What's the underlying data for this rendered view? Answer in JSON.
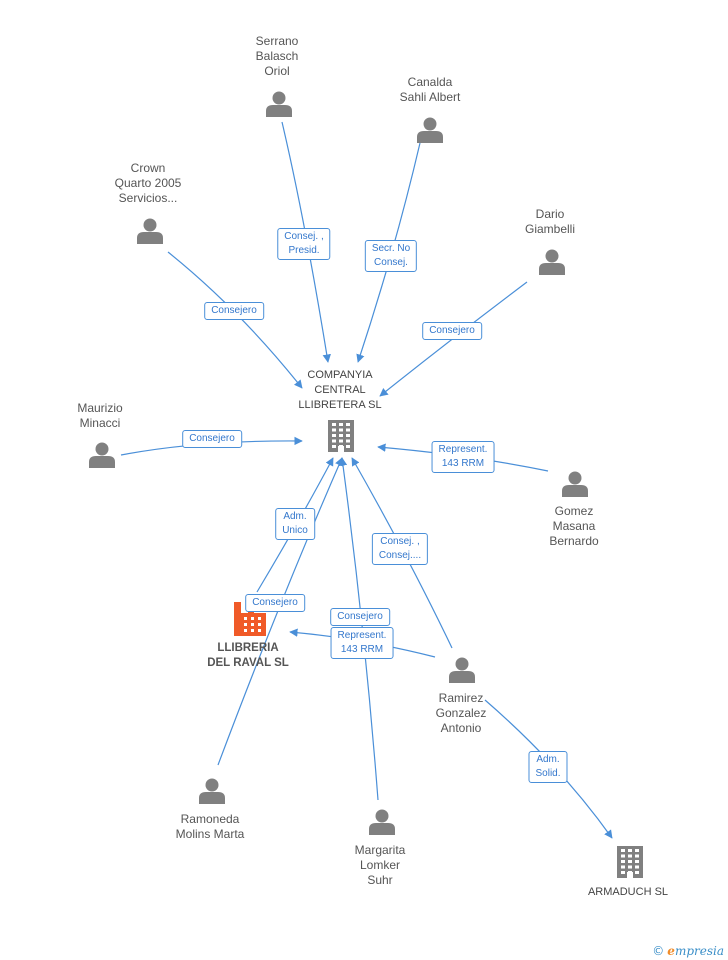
{
  "colors": {
    "edge": "#4a8fd8",
    "person": "#808080",
    "company": "#808080",
    "highlight": "#f05a28"
  },
  "nodes": {
    "serrano": {
      "lines": [
        "Serrano",
        "Balasch",
        "Oriol"
      ],
      "icon": "person-icon"
    },
    "canalda": {
      "lines": [
        "Canalda",
        "Sahli Albert"
      ],
      "icon": "person-icon"
    },
    "crown": {
      "lines": [
        "Crown",
        "Quarto 2005",
        "Servicios..."
      ],
      "icon": "person-icon"
    },
    "dario": {
      "lines": [
        "Dario",
        "Giambelli"
      ],
      "icon": "person-icon"
    },
    "maurizio": {
      "lines": [
        "Maurizio",
        "Minacci"
      ],
      "icon": "person-icon"
    },
    "gomez": {
      "lines": [
        "Gomez",
        "Masana",
        "Bernardo"
      ],
      "icon": "person-icon"
    },
    "ramirez": {
      "lines": [
        "Ramirez",
        "Gonzalez",
        "Antonio"
      ],
      "icon": "person-icon"
    },
    "ramoneda": {
      "lines": [
        "Ramoneda",
        "Molins Marta"
      ],
      "icon": "person-icon"
    },
    "margarita": {
      "lines": [
        "Margarita",
        "Lomker",
        "Suhr"
      ],
      "icon": "person-icon"
    },
    "companyia": {
      "lines": [
        "COMPANYIA",
        "CENTRAL",
        "LLIBRETERA SL"
      ],
      "icon": "building-icon"
    },
    "llibreria": {
      "lines": [
        "LLIBRERIA",
        "DEL RAVAL SL"
      ],
      "icon": "building-icon"
    },
    "armaduch": {
      "lines": [
        "ARMADUCH SL"
      ],
      "icon": "building-icon"
    }
  },
  "edges": [
    {
      "id": "serrano-companyia",
      "lines": [
        "Consej. ,",
        "Presid."
      ]
    },
    {
      "id": "canalda-companyia",
      "lines": [
        "Secr.  No",
        "Consej."
      ]
    },
    {
      "id": "crown-companyia",
      "lines": [
        "Consejero"
      ]
    },
    {
      "id": "dario-companyia",
      "lines": [
        "Consejero"
      ]
    },
    {
      "id": "maurizio-companyia",
      "lines": [
        "Consejero"
      ]
    },
    {
      "id": "gomez-companyia",
      "lines": [
        "Represent.",
        "143 RRM"
      ]
    },
    {
      "id": "llibreria-companyia",
      "lines": [
        "Adm.",
        "Unico"
      ]
    },
    {
      "id": "ramirez-companyia",
      "lines": [
        "Consej. ,",
        "Consej...."
      ]
    },
    {
      "id": "ramoneda-llibreria",
      "lines": [
        "Consejero"
      ]
    },
    {
      "id": "margarita-companyia",
      "lines": [
        "Consejero"
      ]
    },
    {
      "id": "ramirez-llibreria",
      "lines": [
        "Represent.",
        "143 RRM"
      ]
    },
    {
      "id": "ramirez-armaduch",
      "lines": [
        "Adm.",
        "Solid."
      ]
    }
  ],
  "brand": {
    "copyright": "©",
    "name": "mpresia",
    "initial": "e"
  }
}
